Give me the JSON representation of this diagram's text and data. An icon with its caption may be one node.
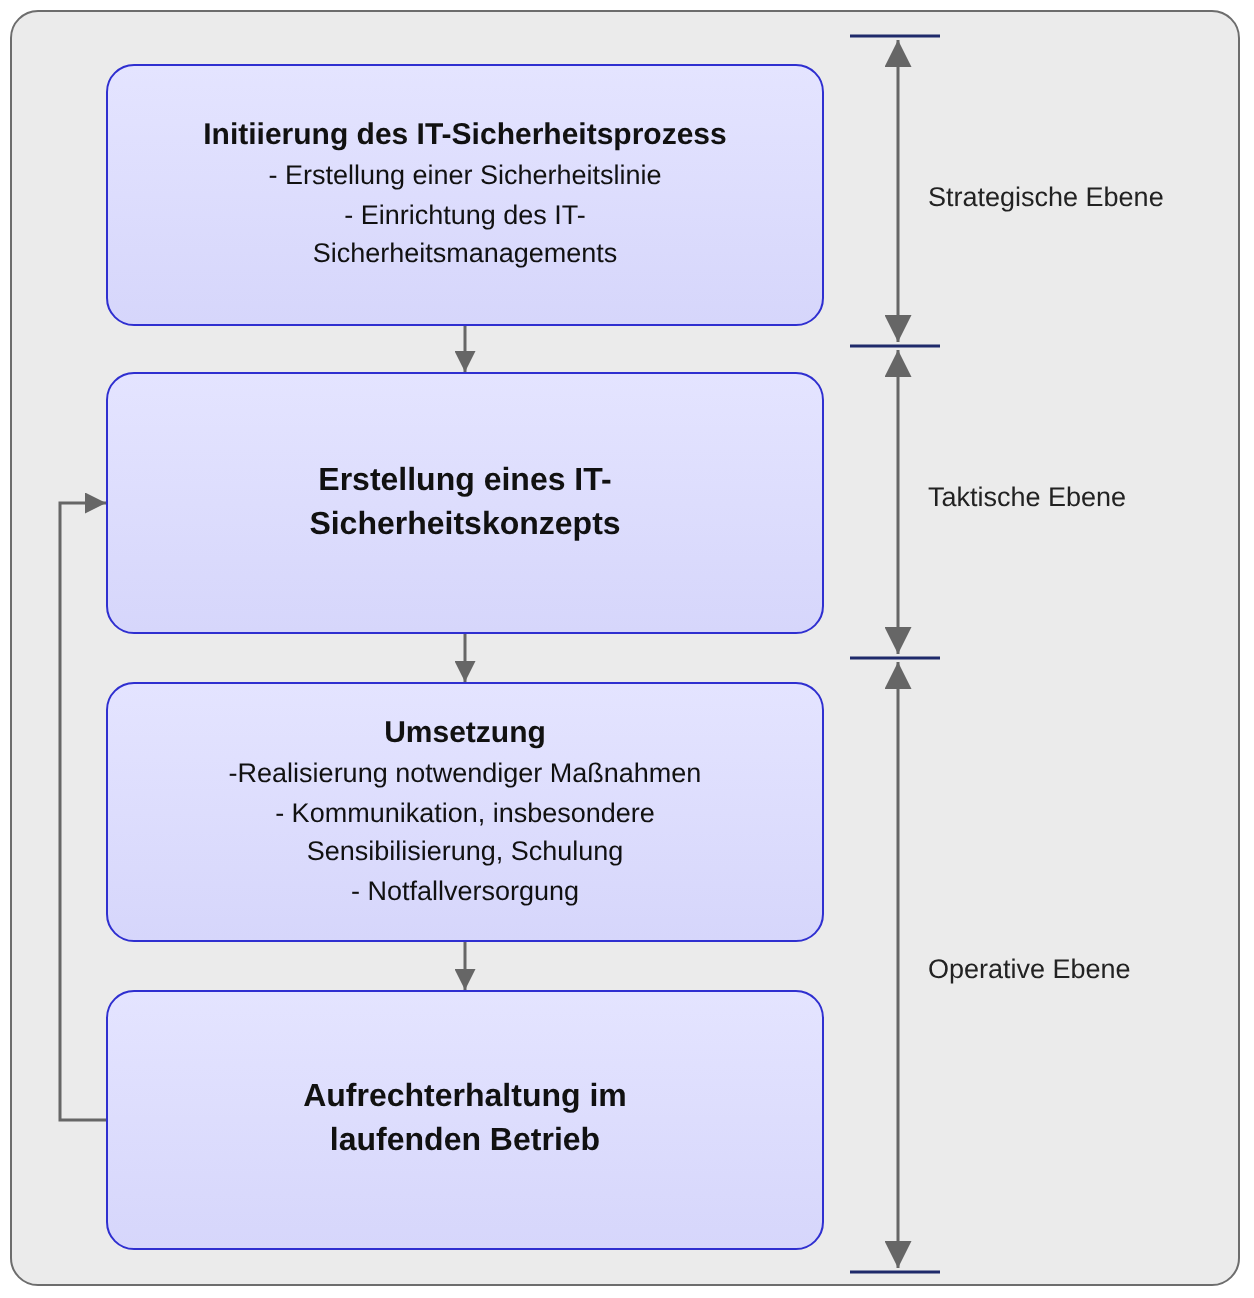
{
  "diagram": {
    "nodes": [
      {
        "text": [
          "Initiierung des IT-Sicherheitsprozess",
          "- Erstellung einer Sicherheitslinie",
          "- Einrichtung des IT-Sicherheitsmanagements"
        ]
      },
      {
        "text": [
          "Erstellung eines IT-Sicherheitskonzepts"
        ]
      },
      {
        "text": [
          "Umsetzung",
          "-Realisierung notwendiger Maßnahmen",
          "- Kommunikation, insbesondere Sensibilisierung, Schulung",
          "- Notfallversorgung"
        ]
      },
      {
        "text": [
          "Aufrechterhaltung im laufenden Betrieb"
        ]
      }
    ],
    "edges": [
      {
        "from": 0,
        "to": 1,
        "arrow": "to"
      },
      {
        "from": 1,
        "to": 2,
        "arrow": "to"
      },
      {
        "from": 2,
        "to": 3,
        "arrow": "to"
      },
      {
        "from": 3,
        "to": 1,
        "arrow": "to"
      }
    ],
    "labels": [
      "Strategische Ebene",
      "Taktische Ebene",
      "Operative Ebene"
    ]
  }
}
